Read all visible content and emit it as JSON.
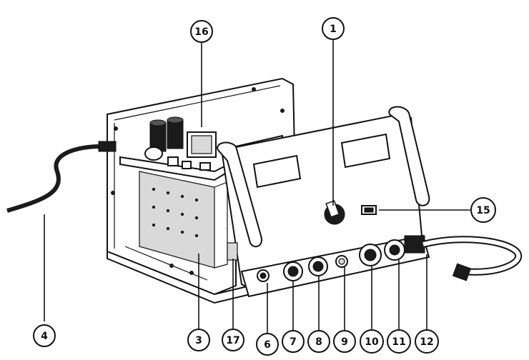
{
  "callouts": [
    {
      "id": "c1",
      "label": "1"
    },
    {
      "id": "c16",
      "label": "16"
    },
    {
      "id": "c15",
      "label": "15"
    },
    {
      "id": "c4",
      "label": "4"
    },
    {
      "id": "c3",
      "label": "3"
    },
    {
      "id": "c17",
      "label": "17"
    },
    {
      "id": "c6",
      "label": "6"
    },
    {
      "id": "c7",
      "label": "7"
    },
    {
      "id": "c8",
      "label": "8"
    },
    {
      "id": "c9",
      "label": "9"
    },
    {
      "id": "c10",
      "label": "10"
    },
    {
      "id": "c11",
      "label": "11"
    },
    {
      "id": "c12",
      "label": "12"
    }
  ],
  "colors": {
    "ink": "#111111",
    "background": "#ffffff"
  }
}
